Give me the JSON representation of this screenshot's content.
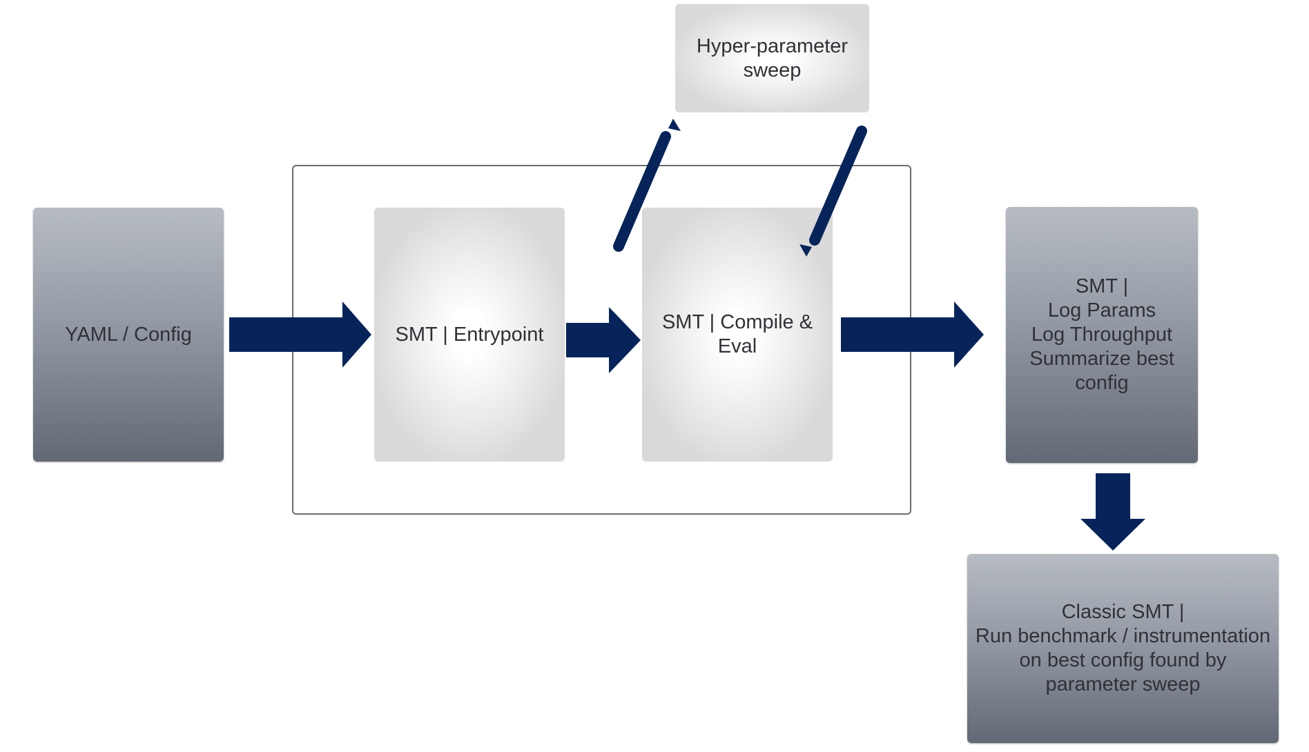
{
  "colors": {
    "arrow": "#06245a",
    "container_border": "#6b6b6b",
    "text": "#2f3136"
  },
  "nodes": {
    "yaml_config": "YAML / Config",
    "entrypoint": "SMT | Entrypoint",
    "compile_eval": "SMT | Compile &\nEval",
    "hyper_sweep": "Hyper-parameter\nsweep",
    "log_summary": "SMT |\nLog Params\nLog Throughput\nSummarize best\nconfig",
    "classic_smt": "Classic SMT |\nRun benchmark / instrumentation\non best config found by\nparameter sweep"
  }
}
